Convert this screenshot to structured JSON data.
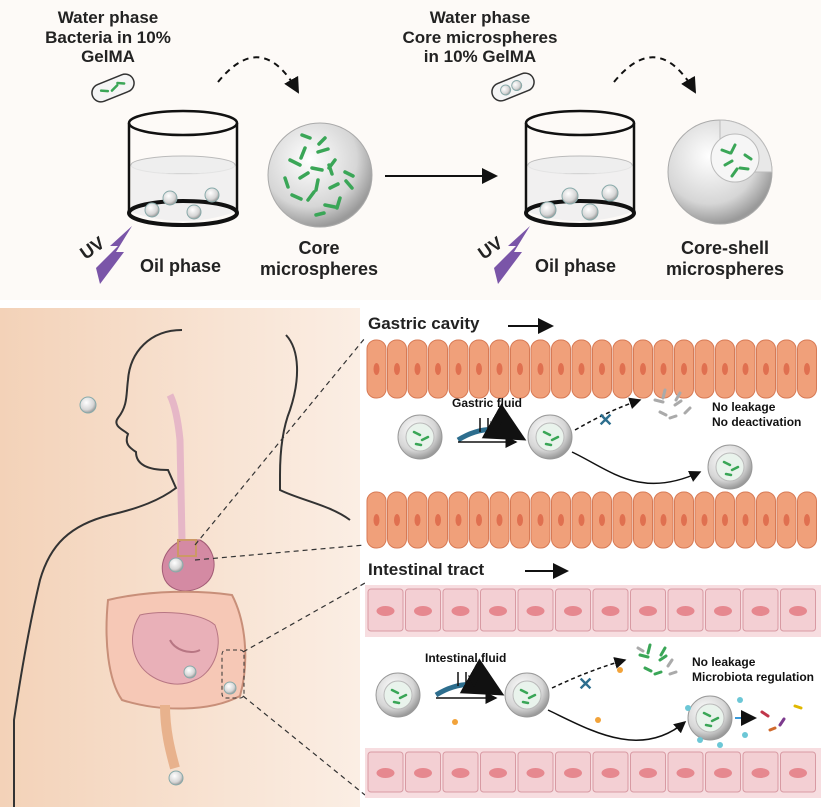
{
  "top_panel": {
    "left_water_phase": "Water phase\nBacteria in 10%\nGelMA",
    "right_water_phase": "Water phase\nCore microspheres\nin 10% GelMA",
    "uv_left": "UV",
    "uv_right": "UV",
    "oil_phase_left": "Oil phase",
    "oil_phase_right": "Oil phase",
    "core_label": "Core\nmicrospheres",
    "core_shell_label": "Core-shell\nmicrospheres"
  },
  "gastric": {
    "title": "Gastric cavity",
    "fluid": "Gastric fluid",
    "outcome_1": "No leakage",
    "outcome_2": "No deactivation"
  },
  "intestinal": {
    "title": "Intestinal tract",
    "fluid": "Intestinal fluid",
    "outcome_1": "No leakage",
    "outcome_2": "Microbiota regulation"
  },
  "colors": {
    "bacteria": "#3aa657",
    "uv": "#7a55a8",
    "gastric_cell": "#f0a07a",
    "intestinal_bg": "#f7dde0",
    "body_bg": "#f8e3d0"
  }
}
